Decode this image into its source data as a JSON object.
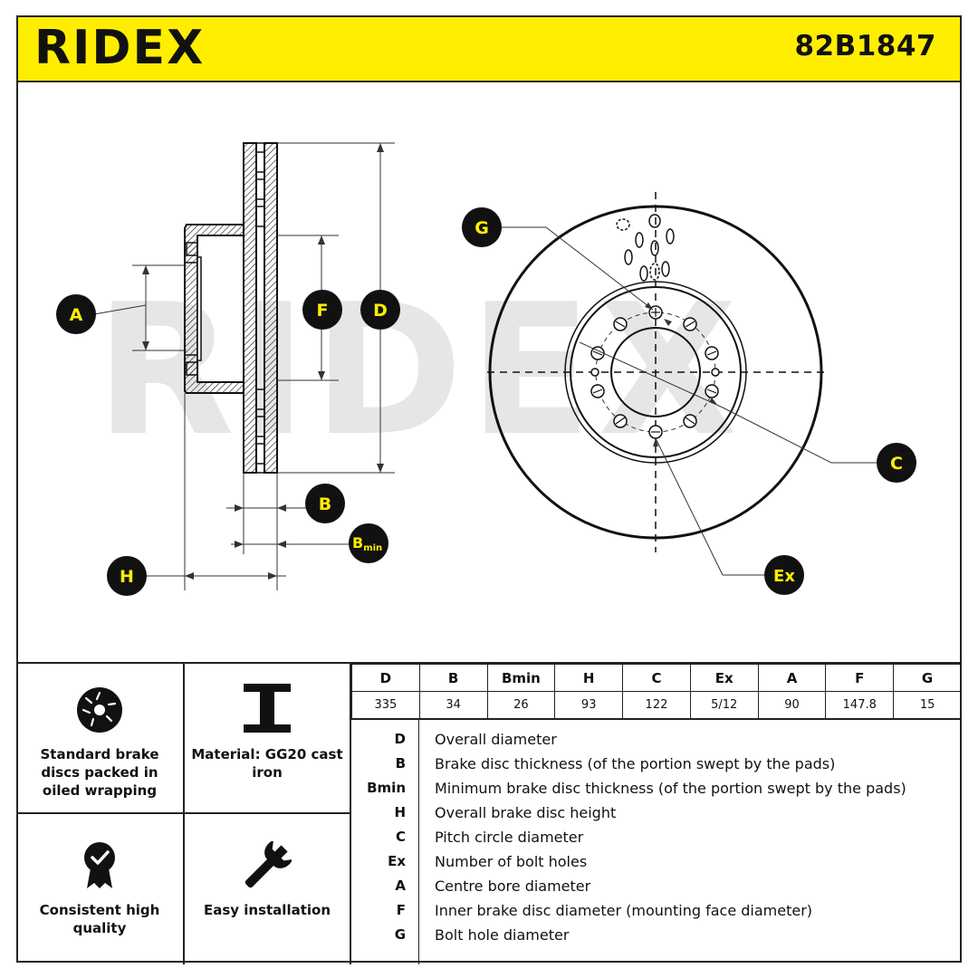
{
  "header": {
    "brand": "RIDEX",
    "part_number": "82B1847",
    "brand_color": "#ffee00"
  },
  "drawing": {
    "watermark": "RIDEX",
    "labels": {
      "A": "A",
      "B": "B",
      "Bmin_main": "B",
      "Bmin_sub": "min",
      "C": "C",
      "D": "D",
      "Ex": "Ex",
      "F": "F",
      "G": "G",
      "H": "H"
    }
  },
  "features": [
    {
      "icon": "disc-icon",
      "text": "Standard brake discs packed in oiled wrapping"
    },
    {
      "icon": "i-beam-icon",
      "text": "Material: GG20 cast iron"
    },
    {
      "icon": "quality-badge-icon",
      "text": "Consistent high quality"
    },
    {
      "icon": "wrench-icon",
      "text": "Easy installation"
    }
  ],
  "specs": {
    "headers": [
      "D",
      "B",
      "Bmin",
      "H",
      "C",
      "Ex",
      "A",
      "F",
      "G"
    ],
    "values": [
      "335",
      "34",
      "26",
      "93",
      "122",
      "5/12",
      "90",
      "147.8",
      "15"
    ]
  },
  "legend": [
    {
      "key": "D",
      "text": "Overall diameter"
    },
    {
      "key": "B",
      "text": "Brake disc thickness (of the portion swept by the pads)"
    },
    {
      "key": "Bmin",
      "text": "Minimum brake disc thickness (of the portion swept by the pads)"
    },
    {
      "key": "H",
      "text": "Overall brake disc height"
    },
    {
      "key": "C",
      "text": "Pitch circle diameter"
    },
    {
      "key": "Ex",
      "text": "Number of bolt holes"
    },
    {
      "key": "A",
      "text": "Centre bore diameter"
    },
    {
      "key": "F",
      "text": "Inner brake disc diameter (mounting face diameter)"
    },
    {
      "key": "G",
      "text": "Bolt hole diameter"
    }
  ]
}
